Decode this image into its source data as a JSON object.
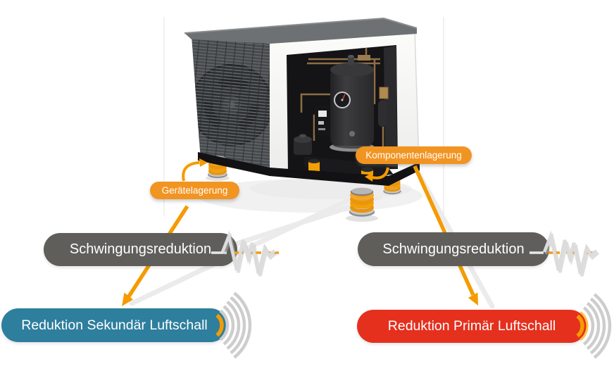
{
  "annotations": {
    "device_mount": "Gerätelagerung",
    "component_mount": "Komponentenlagerung"
  },
  "left_path": {
    "vibration_reduction": "Schwingungsreduktion",
    "airborne_result": "Reduktion Sekundär Luftschall"
  },
  "right_path": {
    "vibration_reduction": "Schwingungsreduktion",
    "airborne_result": "Reduktion Primär Luftschall"
  },
  "colors": {
    "accent_orange": "#F29422",
    "arrow_orange": "#F59B00",
    "vibration_pill_gray": "#5F5E5B",
    "secondary_pill_blue": "#2E7E9E",
    "primary_pill_red": "#E5301E",
    "wave_gray": "#DCDCDC"
  },
  "icons": {
    "vibration": "zigzag-wave",
    "sound": "sound-waves",
    "mount": "coil-spring"
  }
}
